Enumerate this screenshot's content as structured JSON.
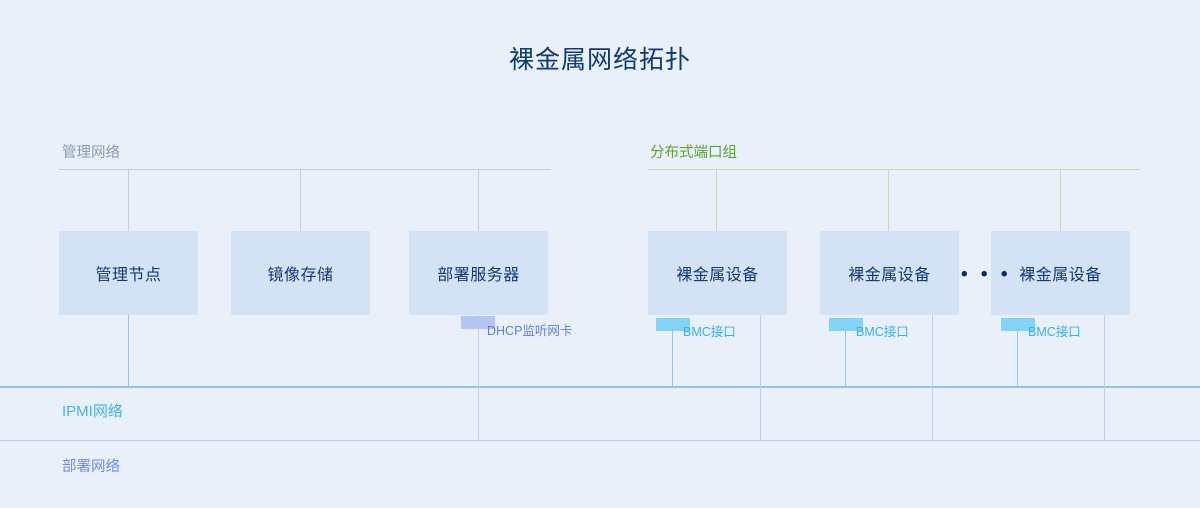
{
  "diagram": {
    "title": "裸金属网络拓扑",
    "background_color": "#eaf0fa",
    "title_color": "#0b3a78"
  },
  "zones": {
    "management_network": {
      "label": "管理网络",
      "color": "#8b9ab3"
    },
    "distributed_port_group": {
      "label": "分布式端口组",
      "color": "#5aa52a"
    },
    "ipmi_network": {
      "label": "IPMI网络",
      "color": "#3eb5f1"
    },
    "deployment_network": {
      "label": "部署网络",
      "color": "#6f8ae8"
    }
  },
  "nodes": {
    "management_node": {
      "label": "管理节点"
    },
    "image_storage": {
      "label": "镜像存储"
    },
    "deployment_server": {
      "label": "部署服务器"
    },
    "bare_metal_1": {
      "label": "裸金属设备"
    },
    "bare_metal_2": {
      "label": "裸金属设备"
    },
    "bare_metal_3": {
      "label": "裸金属设备"
    }
  },
  "interfaces": {
    "dhcp_nic": {
      "label": "DHCP监听网卡",
      "color": "#5d7fe0",
      "badge_color": "#b3c6f5"
    },
    "bmc_1": {
      "label": "BMC接口",
      "color": "#2eb4f0",
      "badge_color": "#7fd4f7"
    },
    "bmc_2": {
      "label": "BMC接口",
      "color": "#2eb4f0",
      "badge_color": "#7fd4f7"
    },
    "bmc_3": {
      "label": "BMC接口",
      "color": "#2eb4f0",
      "badge_color": "#7fd4f7"
    }
  },
  "misc": {
    "ellipsis": "• • •"
  }
}
